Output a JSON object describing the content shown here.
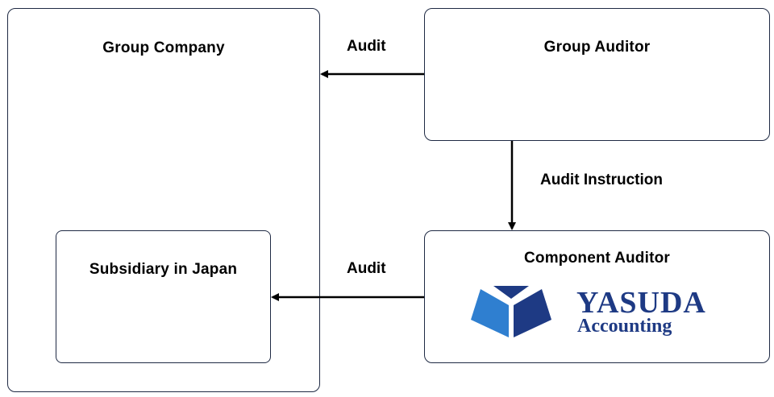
{
  "group_company": {
    "title": "Group Company"
  },
  "subsidiary": {
    "title": "Subsidiary in Japan"
  },
  "group_auditor": {
    "title": "Group Auditor"
  },
  "component_auditor": {
    "title": "Component Auditor",
    "logo": {
      "line1": "YASUDA",
      "line2": "Accounting",
      "icon": "yasuda-y-shield-icon",
      "color": "#1e3a84",
      "accent": "#2f7fd0"
    }
  },
  "arrows": {
    "top_label": "Audit",
    "instruction_label": "Audit Instruction",
    "bottom_label": "Audit"
  }
}
